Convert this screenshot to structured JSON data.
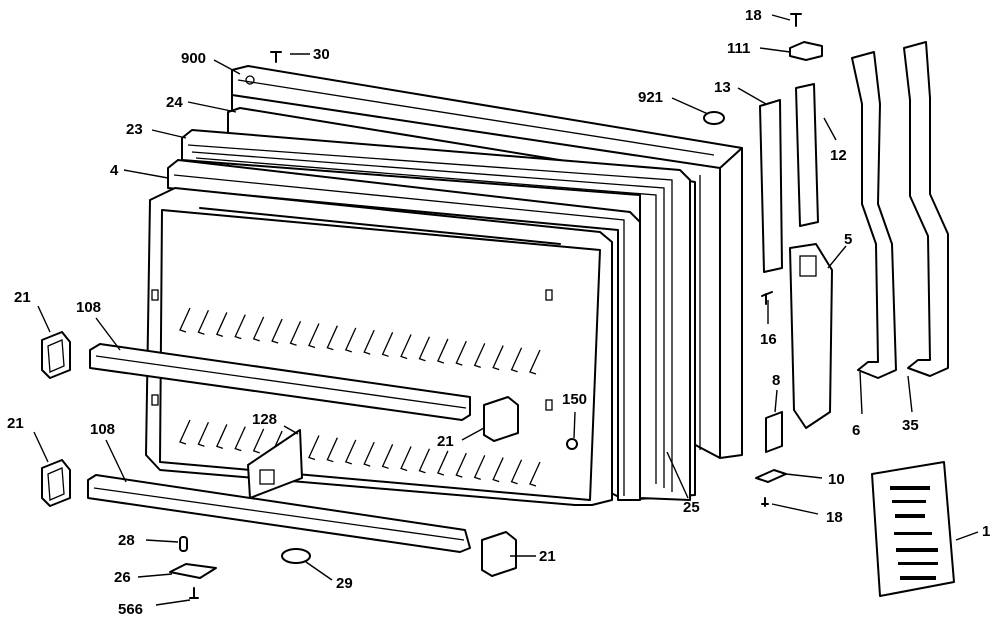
{
  "diagram": {
    "callouts": {
      "c1": "1",
      "c4": "4",
      "c5": "5",
      "c6": "6",
      "c8": "8",
      "c10": "10",
      "c12": "12",
      "c13": "13",
      "c16": "16",
      "c18_top": "18",
      "c18_bottom": "18",
      "c21_left_top": "21",
      "c21_left_bottom": "21",
      "c21_center": "21",
      "c21_bottom": "21",
      "c23": "23",
      "c24": "24",
      "c25": "25",
      "c26": "26",
      "c28": "28",
      "c29": "29",
      "c30": "30",
      "c35": "35",
      "c108_top": "108",
      "c108_bottom": "108",
      "c111": "111",
      "c128": "128",
      "c150": "150",
      "c566": "566",
      "c900": "900",
      "c921": "921"
    }
  }
}
